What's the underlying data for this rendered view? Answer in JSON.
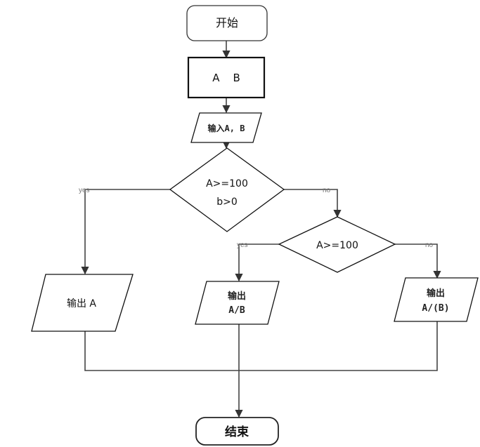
{
  "nodes": {
    "start": "开始",
    "process": "A    B",
    "input": "输入A, B",
    "decision1_line1": "A>=100",
    "decision1_line2": "b>0",
    "decision2": "A>=100",
    "output_a": "输出 A",
    "output_ab_line1": "输出",
    "output_ab_line2": "A/B",
    "output_aparenb_line1": "输出",
    "output_aparenb_line2": "A/(B)",
    "end": "结束"
  },
  "edges": {
    "d1_yes": "yes",
    "d1_no": "no",
    "d2_yes": "yes",
    "d2_no": "no"
  }
}
